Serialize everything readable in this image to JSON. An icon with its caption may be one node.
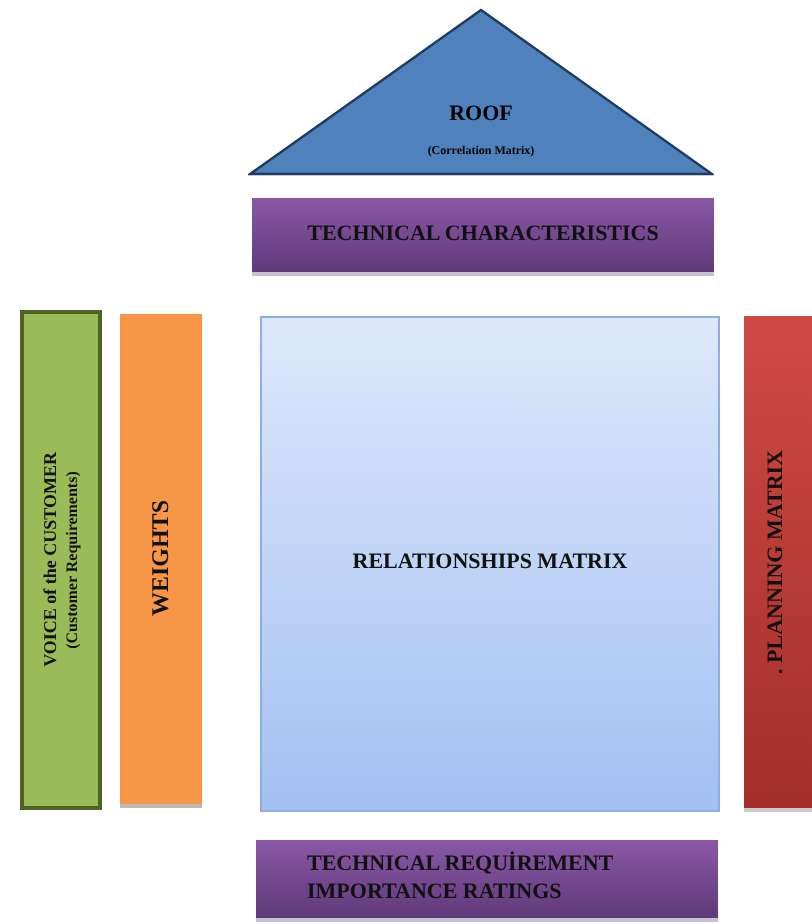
{
  "diagram": {
    "nodes": [
      {
        "text": [
          "ROOF",
          "(Correlation Matrix)"
        ]
      },
      {
        "text": [
          "TECHNICAL CHARACTERISTICS"
        ]
      },
      {
        "text": [
          "VOICE of the CUSTOMER",
          "(Customer Requirements)"
        ]
      },
      {
        "text": [
          "WEIGHTS"
        ]
      },
      {
        "text": [
          "RELATIONSHIPS MATRIX"
        ]
      },
      {
        "text": [
          ". PLANNING MATRIX"
        ]
      },
      {
        "text": [
          "TECHNICAL REQUİREMENT IMPORTANCE RATINGS"
        ]
      }
    ]
  }
}
